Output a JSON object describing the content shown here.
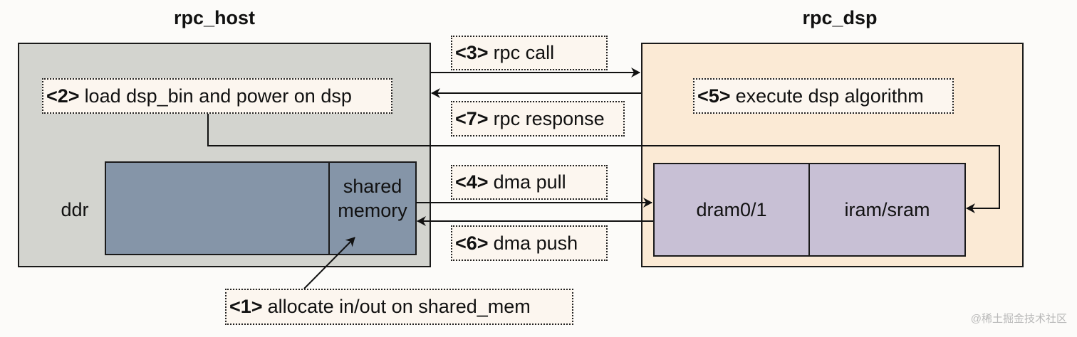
{
  "colors": {
    "host_fill": "#d3d4cf",
    "dsp_fill": "#fbead5",
    "ddr_fill": "#8595a8",
    "dsp_mem_fill": "#c8c0d5",
    "note_fill": "#fcf6ef",
    "line": "#111111"
  },
  "host": {
    "title": "rpc_host",
    "ddr_label": "ddr",
    "shared_memory_line1": "shared",
    "shared_memory_line2": "memory"
  },
  "dsp": {
    "title": "rpc_dsp",
    "dram_label": "dram0/1",
    "iram_label": "iram/sram"
  },
  "steps": [
    {
      "num": "<1>",
      "text": "allocate in/out on shared_mem"
    },
    {
      "num": "<2>",
      "text": "load dsp_bin and power on dsp"
    },
    {
      "num": "<3>",
      "text": "rpc call"
    },
    {
      "num": "<4>",
      "text": "dma pull"
    },
    {
      "num": "<5>",
      "text": "execute dsp algorithm"
    },
    {
      "num": "<6>",
      "text": "dma push"
    },
    {
      "num": "<7>",
      "text": "rpc response"
    }
  ],
  "watermark": "@稀土掘金技术社区"
}
